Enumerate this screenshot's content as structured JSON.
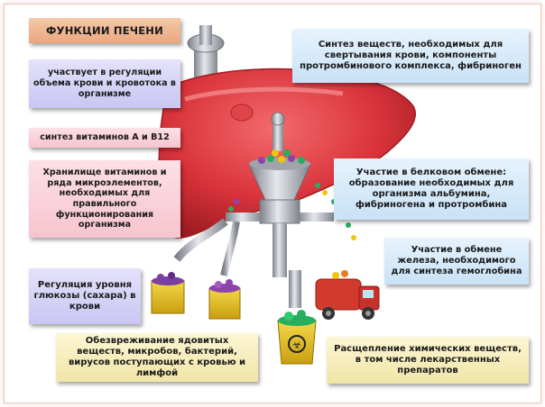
{
  "title": "ФУНКЦИИ ПЕЧЕНИ",
  "functions": {
    "blood_volume": "участвует в регуляции объема крови и кровотока в организме",
    "vitamins_ab12": "синтез витаминов А и В12",
    "storage": "Хранилище витаминов и ряда микроэлементов, необходимых для правильного функционирования организма",
    "glucose": "Регуляция уровня глюкозы (сахара) в крови",
    "detox": "Обезвреживание ядовитых веществ, микробов, бактерий, вирусов поступающих с кровью и лимфой",
    "clotting": "Синтез веществ, необходимых для свертывания крови, компоненты протромбинового комплекса, фибриноген",
    "protein": "Участие в белковом обмене: образование необходимых для организма альбумина, фибриногена и протромбина",
    "iron": "Участие в обмене железа, необходимого для синтеза гемоглобина",
    "drugs": "Расщепление химических веществ, в том числе лекарственных препаратов"
  },
  "colors": {
    "liver": "#d8323a",
    "liver_dark": "#9e1c22",
    "metal": "#b8bcc4",
    "metal_dark": "#6f747c",
    "bucket": "#e8c21c",
    "truck": "#d23a2e"
  },
  "icons": [
    "liver-illustration",
    "faucet-icon",
    "funnel-machine-icon",
    "bucket-icon",
    "toxic-barrel-icon",
    "tanker-truck-icon"
  ]
}
